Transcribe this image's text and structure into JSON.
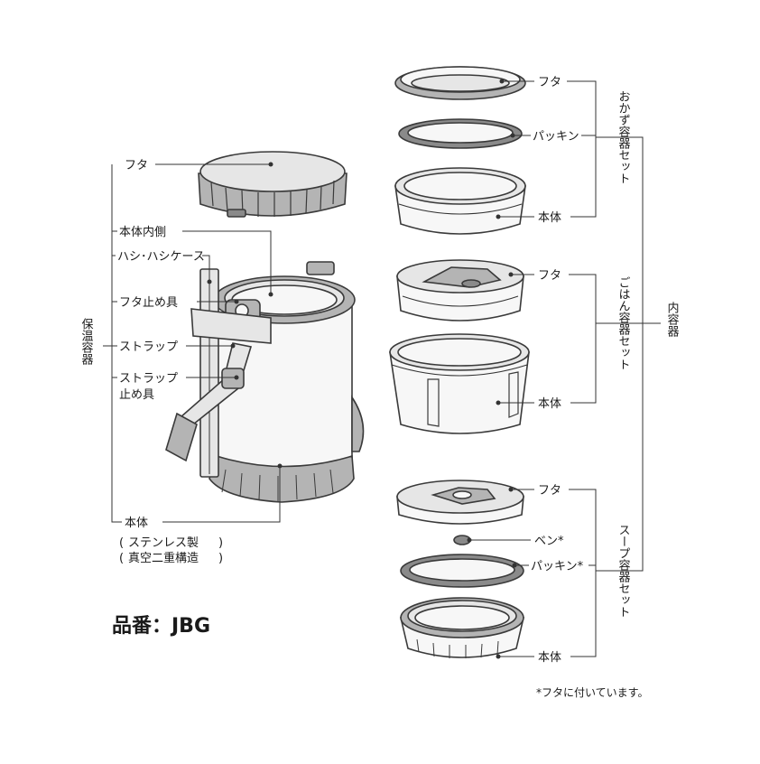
{
  "outer_container": {
    "group_label": "保温容器",
    "parts": {
      "lid": "フタ",
      "body_inside": "本体内側",
      "chopsticks": "ハシ･ハシケース",
      "lid_lock": "フタ止め具",
      "strap": "ストラップ",
      "strap_stopper_1": "ストラップ",
      "strap_stopper_2": "止め具",
      "body": "本体",
      "body_note_1": "ステンレス製",
      "body_note_2": "真空二重構造"
    }
  },
  "inner_container": {
    "group_label": "内容器",
    "side_set": {
      "label": "おかず容器セット",
      "lid": "フタ",
      "packing": "パッキン",
      "body": "本体"
    },
    "rice_set": {
      "label": "ごはん容器セット",
      "lid": "フタ",
      "body": "本体"
    },
    "soup_set": {
      "label": "スープ容器セット",
      "lid": "フタ",
      "valve": "ベン*",
      "packing": "パッキン*",
      "body": "本体"
    }
  },
  "model": "品番：JBG",
  "footnote": "*フタに付いています。"
}
